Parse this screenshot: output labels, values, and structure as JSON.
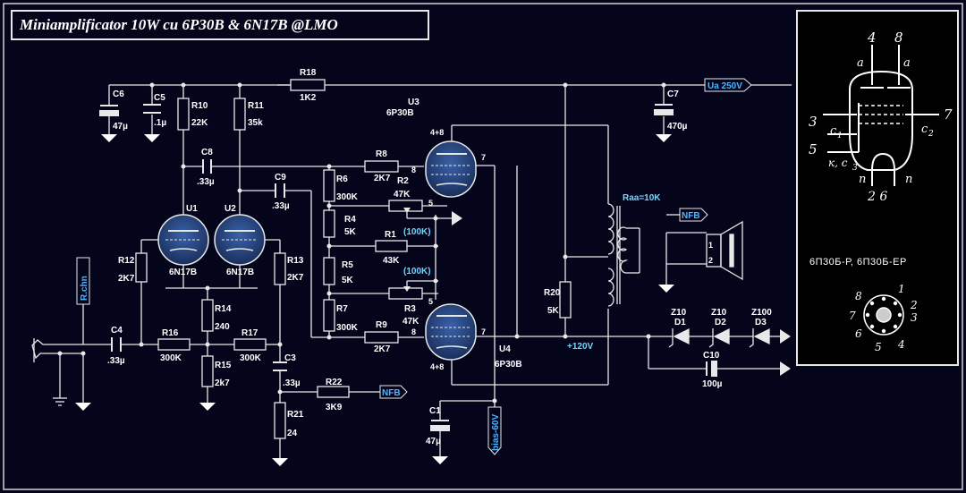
{
  "title": "Miniamplificator 10W cu 6P30B & 6N17B @LMO",
  "resistors": {
    "r18": {
      "ref": "R18",
      "val": "1K2"
    },
    "r10": {
      "ref": "R10",
      "val": "22K"
    },
    "r11": {
      "ref": "R11",
      "val": "35k"
    },
    "r8": {
      "ref": "R8",
      "val": "2K7"
    },
    "r6": {
      "ref": "R6",
      "val": "300K"
    },
    "r2": {
      "ref": "R2",
      "val": "47K"
    },
    "r4": {
      "ref": "R4",
      "val": "5K"
    },
    "r1": {
      "ref": "R1",
      "val": "43K",
      "extra": "(100K)"
    },
    "r5": {
      "ref": "R5",
      "val": "5K"
    },
    "r3": {
      "ref": "R3",
      "val": "47K",
      "extra": "(100K)"
    },
    "r7": {
      "ref": "R7",
      "val": "300K"
    },
    "r9": {
      "ref": "R9",
      "val": "2K7"
    },
    "r12": {
      "ref": "R12",
      "val": "2K7"
    },
    "r13": {
      "ref": "R13",
      "val": "2K7"
    },
    "r14": {
      "ref": "R14",
      "val": "240"
    },
    "r15": {
      "ref": "R15",
      "val": "2k7"
    },
    "r16": {
      "ref": "R16",
      "val": "300K"
    },
    "r17": {
      "ref": "R17",
      "val": "300K"
    },
    "r20": {
      "ref": "R20",
      "val": "5K"
    },
    "r21": {
      "ref": "R21",
      "val": "24"
    },
    "r22": {
      "ref": "R22",
      "val": "3K9"
    }
  },
  "capacitors": {
    "c6": {
      "ref": "C6",
      "val": "47µ"
    },
    "c5": {
      "ref": "C5",
      "val": ".1µ"
    },
    "c8": {
      "ref": "C8",
      "val": ".33µ"
    },
    "c9": {
      "ref": "C9",
      "val": ".33µ"
    },
    "c7": {
      "ref": "C7",
      "val": "470µ"
    },
    "c4": {
      "ref": "C4",
      "val": ".33µ"
    },
    "c3": {
      "ref": "C3",
      "val": ".33µ"
    },
    "c1": {
      "ref": "C1",
      "val": "47µ"
    },
    "c10": {
      "ref": "C10",
      "val": "100µ"
    }
  },
  "tubes": {
    "u1": {
      "ref": "U1",
      "type": "6N17B"
    },
    "u2": {
      "ref": "U2",
      "type": "6N17B"
    },
    "u3": {
      "ref": "U3",
      "type": "6P30B"
    },
    "u4": {
      "ref": "U4",
      "type": "6P30B"
    }
  },
  "pins": {
    "p48_top": "4+8",
    "p48_bot": "4+8",
    "p7": "7",
    "p8": "8",
    "p5": "5"
  },
  "diodes": {
    "d1": {
      "ref": "D1",
      "val": "Z10"
    },
    "d2": {
      "ref": "D2",
      "val": "Z10"
    },
    "d3": {
      "ref": "D3",
      "val": "Z100"
    }
  },
  "tags": {
    "ua": "Ua 250V",
    "nfb1": "NFB",
    "nfb2": "NFB",
    "rch": "R.chn",
    "bias": "bias-60V"
  },
  "transformer": {
    "raa": "Raa=10K",
    "tap": "+120V",
    "spk1": "1",
    "spk2": "2"
  },
  "pinout": {
    "top_pins": [
      "4",
      "8"
    ],
    "anode": [
      "a",
      "a"
    ],
    "p3": "3",
    "p7": "7",
    "p5": "5",
    "c1": "c",
    "c1_sub": "1",
    "c2": "c",
    "c2_sub": "2",
    "k": "к, c",
    "k_sub": "3",
    "heater": [
      "п",
      "п"
    ],
    "bottom_pins": "2  6",
    "part_name": "6П30Б-Р,  6П30Б-ЕР",
    "socket": [
      "8",
      "1",
      "2",
      "3",
      "4",
      "5",
      "6",
      "7"
    ]
  },
  "colors": {
    "wire": "#e8e8e8",
    "accent": "#6fd8ff",
    "tube": "#23427a"
  }
}
